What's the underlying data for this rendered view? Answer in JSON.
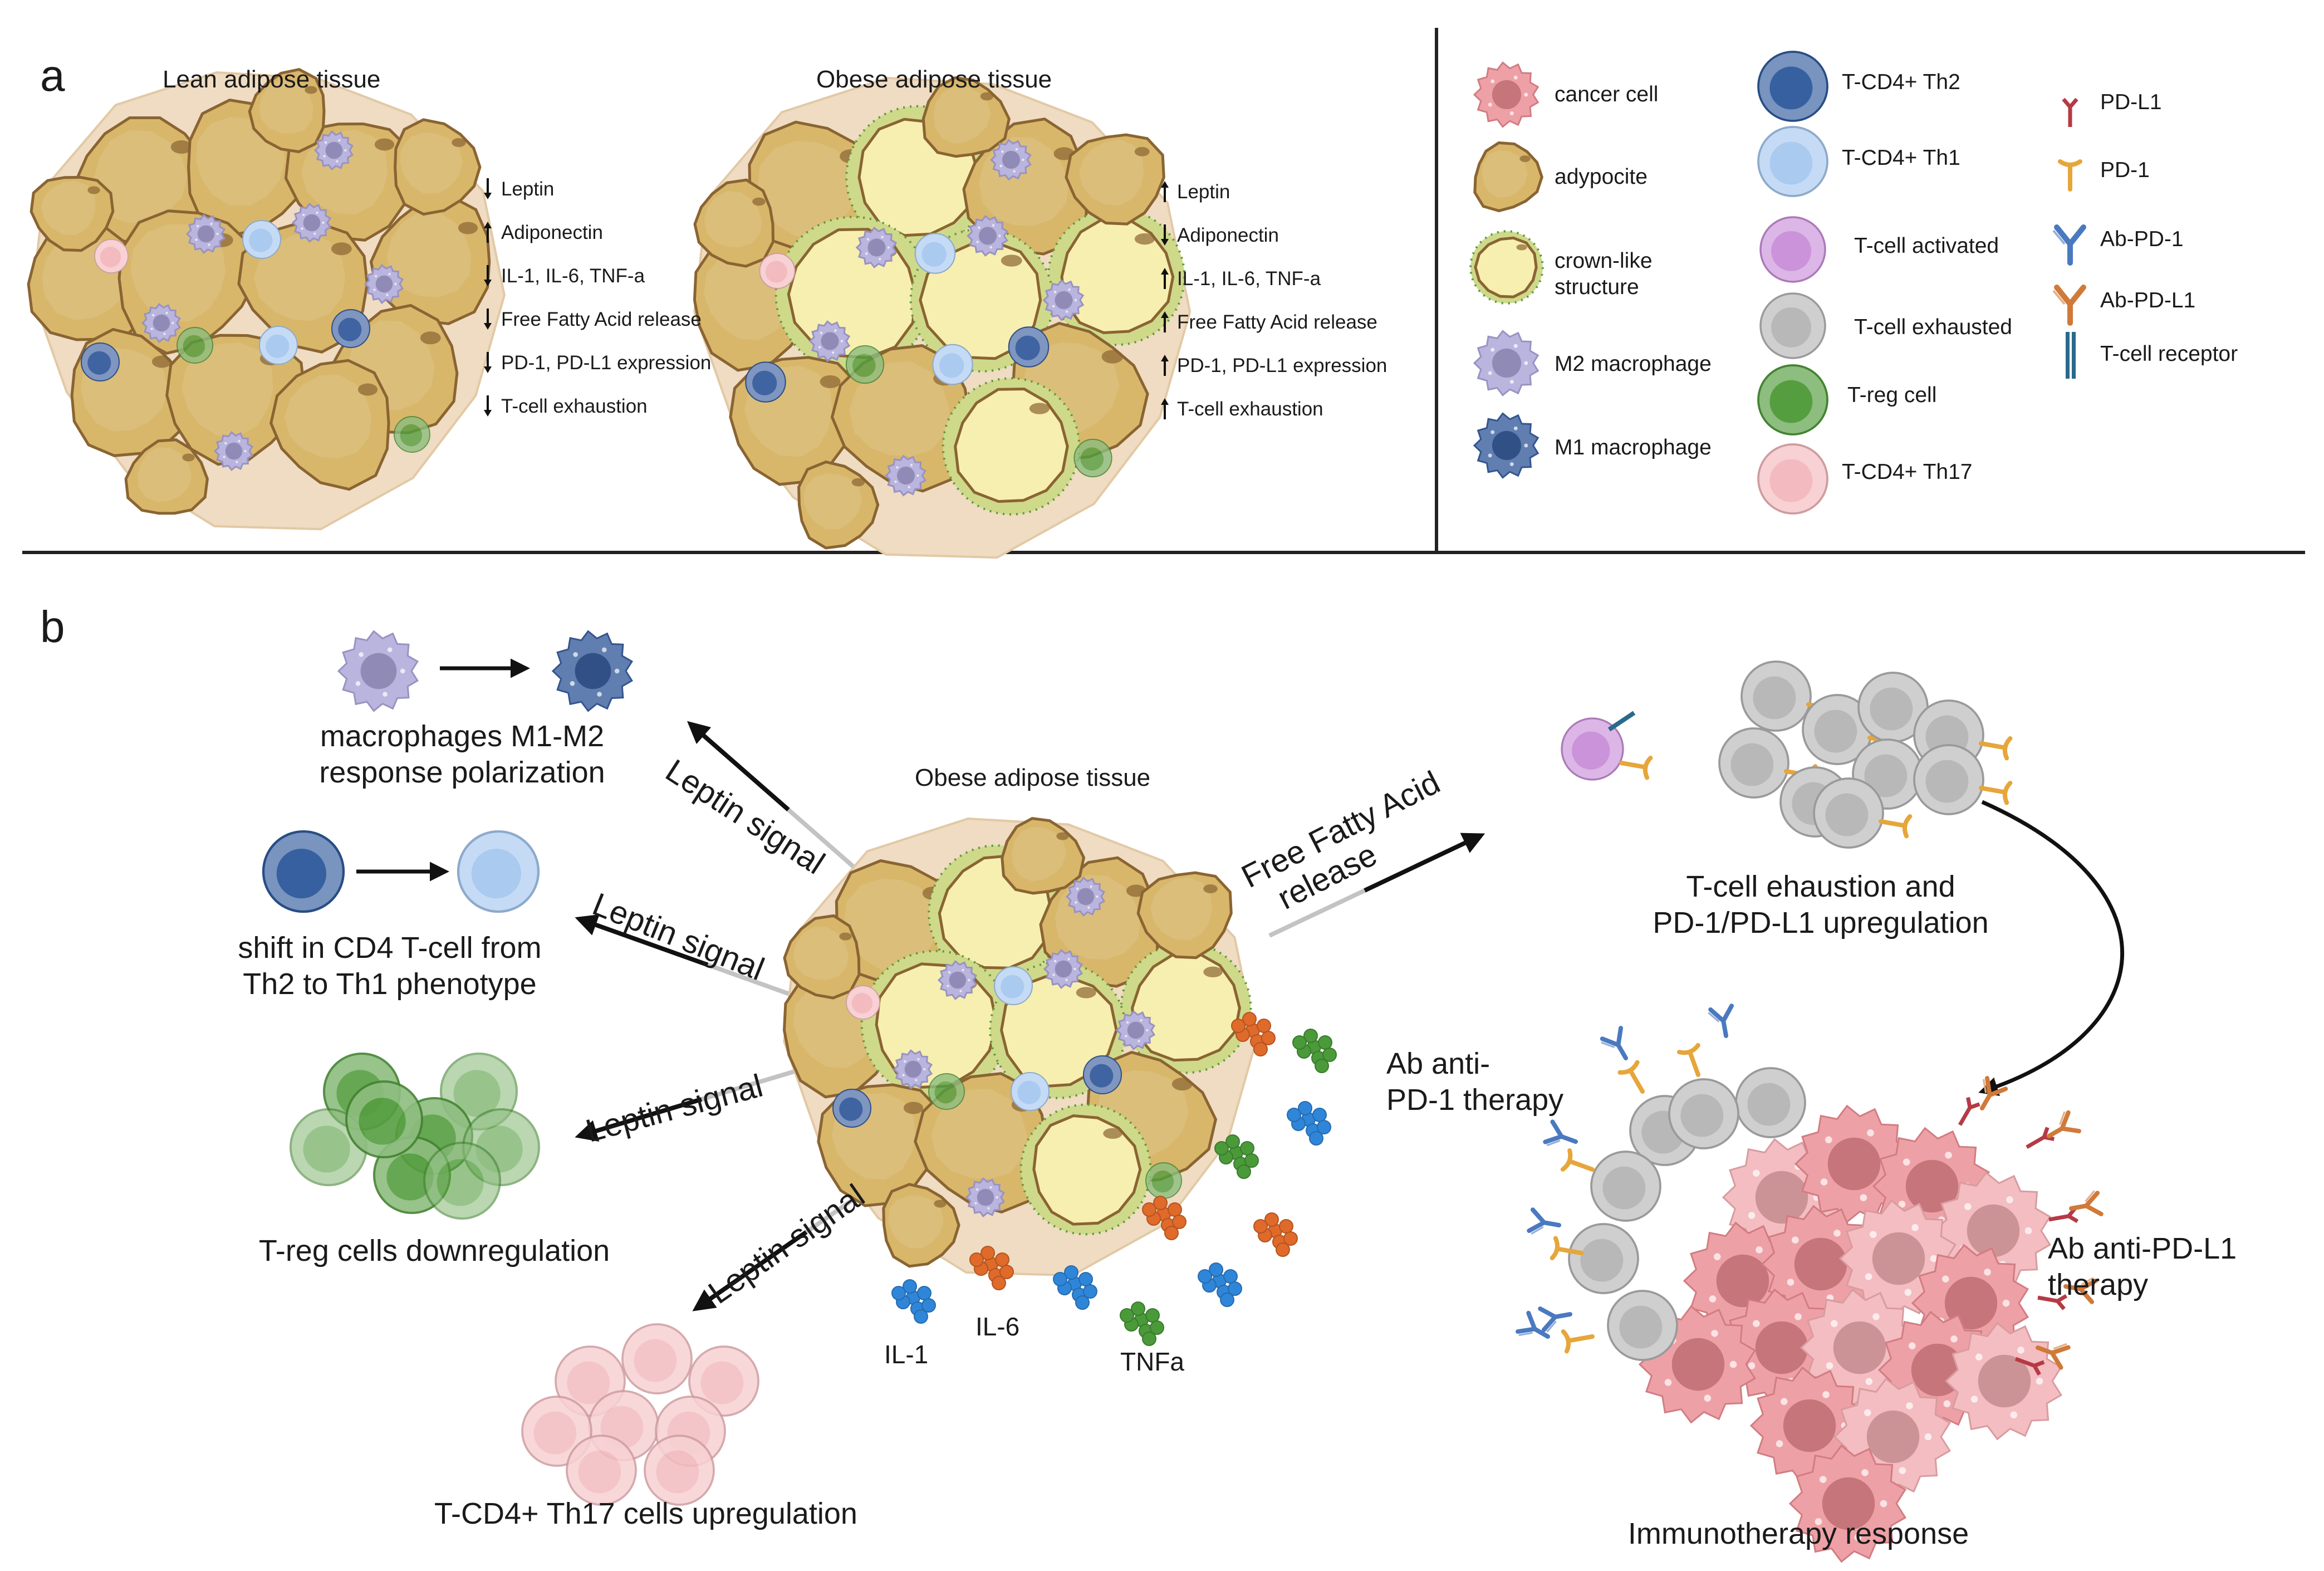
{
  "panel_a": {
    "letter": "a",
    "lean_title": "Lean adipose tissue",
    "obese_title": "Obese adipose tissue",
    "lean_effects": [
      {
        "dir": "down",
        "text": "Leptin"
      },
      {
        "dir": "up",
        "text": "Adiponectin"
      },
      {
        "dir": "down",
        "text": "IL-1, IL-6, TNF-a"
      },
      {
        "dir": "down",
        "text": "Free Fatty Acid release"
      },
      {
        "dir": "down",
        "text": "PD-1, PD-L1 expression"
      },
      {
        "dir": "down",
        "text": "T-cell exhaustion"
      }
    ],
    "obese_effects": [
      {
        "dir": "up",
        "text": "Leptin"
      },
      {
        "dir": "down",
        "text": "Adiponectin"
      },
      {
        "dir": "up",
        "text": "IL-1, IL-6, TNF-a"
      },
      {
        "dir": "up",
        "text": "Free Fatty Acid release"
      },
      {
        "dir": "up",
        "text": "PD-1, PD-L1 expression"
      },
      {
        "dir": "up",
        "text": "T-cell exhaustion"
      }
    ]
  },
  "legend": {
    "col1": [
      "cancer cell",
      "adypocite",
      "crown-like structure",
      "M2 macrophage",
      "M1 macrophage"
    ],
    "col2": [
      "T-CD4+ Th2",
      "T-CD4+ Th1",
      "T-cell activated",
      "T-cell exhausted",
      "T-reg cell",
      "T-CD4+ Th17"
    ],
    "col3": [
      "PD-L1",
      "PD-1",
      "Ab-PD-1",
      "Ab-PD-L1",
      "T-cell receptor"
    ]
  },
  "panel_b": {
    "letter": "b",
    "center_title": "Obese adipose tissue",
    "outcomes": {
      "macrophage_line1": "macrophages M1-M2",
      "macrophage_line2": "response polarization",
      "cd4_line1": "shift in CD4 T-cell from",
      "cd4_line2": "Th2 to Th1 phenotype",
      "treg": "T-reg cells downregulation",
      "th17": "T-CD4+ Th17 cells upregulation",
      "exhaust_line1": "T-cell ehaustion and",
      "exhaust_line2": "PD-1/PD-L1 upregulation",
      "immunotherapy": "Immunotherapy response"
    },
    "signals": {
      "leptin": "Leptin signal",
      "ffa_line1": "Free Fatty Acid",
      "ffa_line2": "release"
    },
    "cytokines": {
      "il1": "IL-1",
      "il6": "IL-6",
      "tnfa": "TNFa"
    },
    "therapies": {
      "pd1_line1": "Ab anti-",
      "pd1_line2": "PD-1 therapy",
      "pdl1_line1": "Ab anti-PD-L1",
      "pdl1_line2": "therapy"
    }
  },
  "colors": {
    "adipocyte": "#d8b76b",
    "adipocyte_edge": "#8a6432",
    "crown": "#f7efb0",
    "crown_dots": "#5a9a3a",
    "m2": "#a9a3d6",
    "m1": "#3a5e9e",
    "th1": "#a6c8ef",
    "th2": "#2f5a9c",
    "treg": "#4f9a3a",
    "th17": "#f2b8bc",
    "cancer": "#e98a90",
    "exhausted": "#b5b5b5",
    "activated": "#c98fd8",
    "pd1": "#e6a63a",
    "pdl1": "#b53a44",
    "ab_pd1": "#4a79c0",
    "ab_pdl1": "#d07a3a",
    "il1": "#2f86d9",
    "il6": "#e06a2a",
    "tnfa": "#4a9a3a"
  }
}
